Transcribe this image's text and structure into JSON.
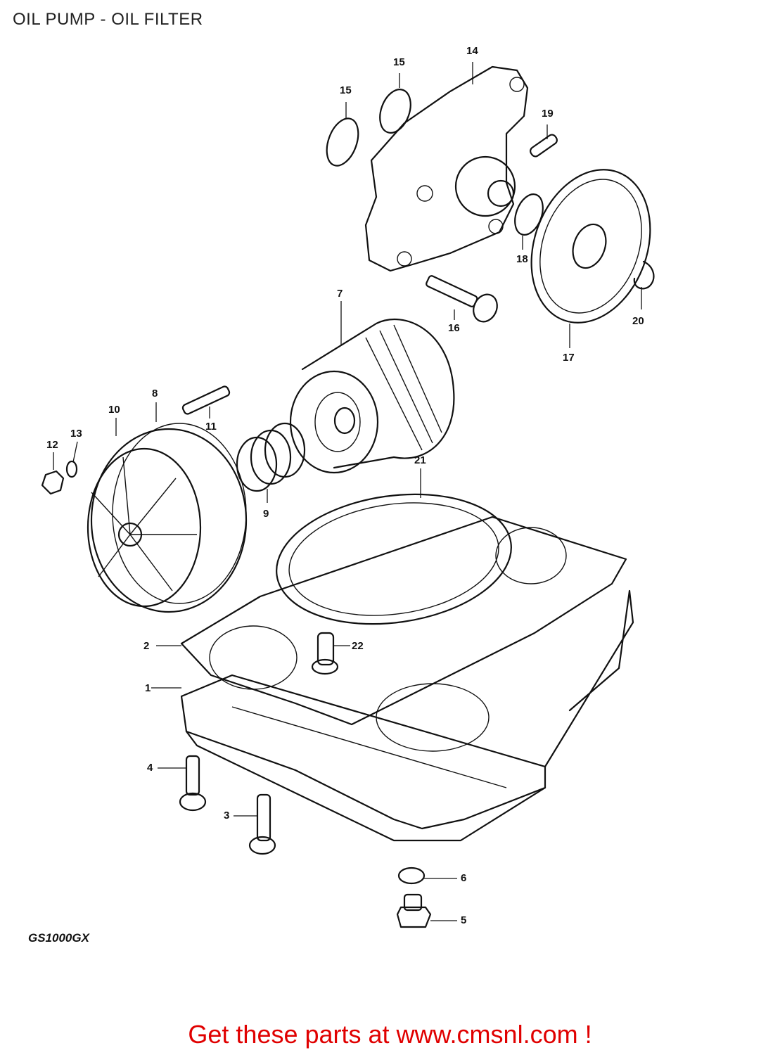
{
  "title": "OIL PUMP - OIL FILTER",
  "model": "GS1000GX",
  "cta": "Get these parts at www.cmsnl.com !",
  "callouts": [
    "1",
    "2",
    "3",
    "4",
    "5",
    "6",
    "7",
    "8",
    "9",
    "10",
    "11",
    "12",
    "13",
    "14",
    "15",
    "15",
    "16",
    "17",
    "18",
    "19",
    "20",
    "21",
    "22"
  ],
  "colors": {
    "cta": "#e00000",
    "ink": "#111111"
  }
}
